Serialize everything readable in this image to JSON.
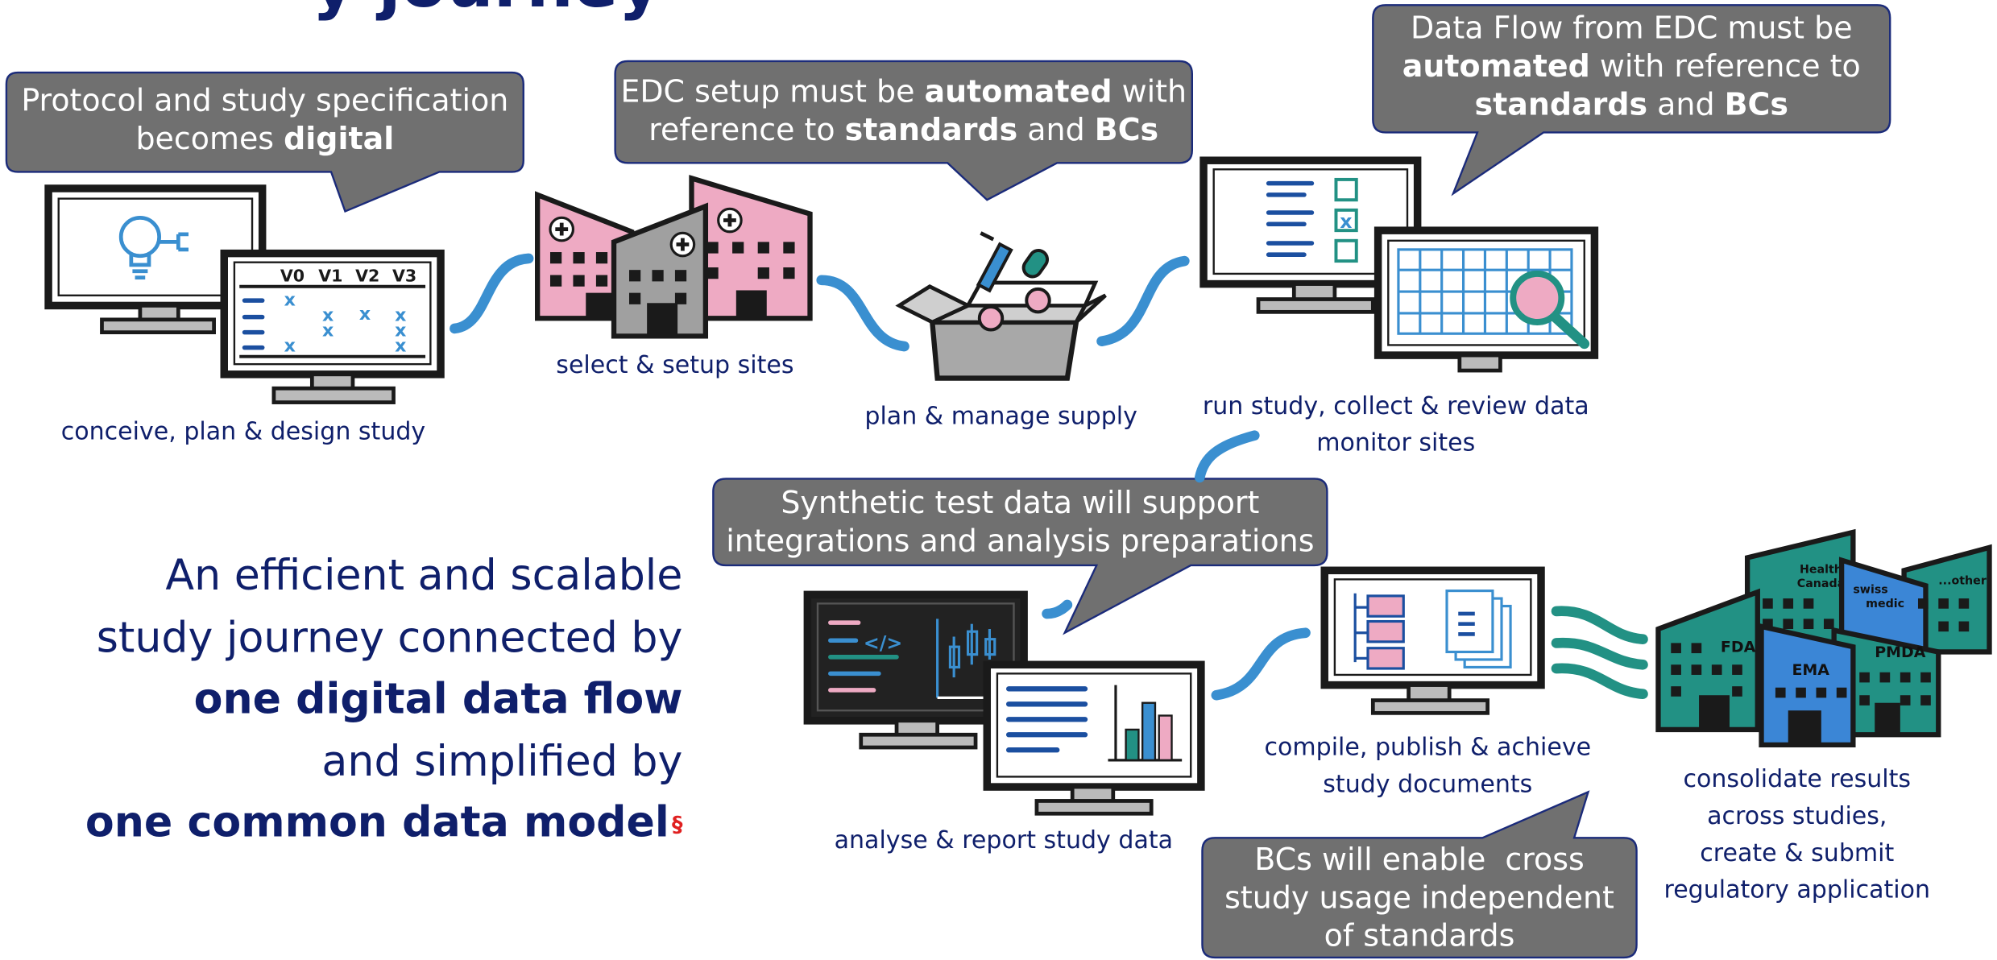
{
  "title_fragment": "y journey",
  "tagline": {
    "line1": "An efficient and scalable",
    "line2": "study journey connected by",
    "line3": "one digital data flow",
    "line4": "and simplified by",
    "line5": "one common data model",
    "footnote_mark": "§"
  },
  "bubbles": {
    "protocol": {
      "pre": "Protocol and study specification",
      "line2_pre": "becomes ",
      "bold": "digital"
    },
    "edc": {
      "l1_pre": "EDC setup must be ",
      "l1_bold": "automated",
      "l1_post": " with",
      "l2_pre": "reference to ",
      "l2_bold1": "standards",
      "l2_mid": " and ",
      "l2_bold2": "BCs"
    },
    "dataflow": {
      "l1": "Data Flow from EDC must be",
      "l2_bold": "automated",
      "l2_post": " with reference to",
      "l3_bold1": "standards",
      "l3_mid": " and ",
      "l3_bold2": "BCs"
    },
    "synthetic": {
      "l1": "Synthetic test data will support",
      "l2": "integrations and analysis preparations"
    },
    "bcs": {
      "l1": "BCs will enable  cross",
      "l2": "study usage independent",
      "l3": "of standards"
    }
  },
  "steps": {
    "design": "conceive, plan & design study",
    "sites": "select & setup sites",
    "supply": "plan & manage supply",
    "run_l1": "run study, collect & review data",
    "run_l2": "monitor sites",
    "analyse": "analyse & report study data",
    "compile_l1": "compile, publish & achieve",
    "compile_l2": "study documents",
    "consolidate_l1": "consolidate results",
    "consolidate_l2": "across studies,",
    "consolidate_l3": "create & submit",
    "consolidate_l4": "regulatory application"
  },
  "visit_headers": [
    "V0",
    "V1",
    "V2",
    "V3"
  ],
  "agencies": {
    "fda": "FDA",
    "ema": "EMA",
    "pmda": "PMDA",
    "health_canada_l1": "Health",
    "health_canada_l2": "Canada",
    "swissmedic_l1": "swiss",
    "swissmedic_l2": "medic",
    "other": "...other"
  },
  "colors": {
    "navy": "#0f1f6b",
    "bubble_gray": "#707070",
    "connector_blue": "#3a8fd0",
    "teal": "#229184",
    "pink": "#eeaac3",
    "agency_blue": "#3b86d6",
    "red": "#e02020"
  }
}
